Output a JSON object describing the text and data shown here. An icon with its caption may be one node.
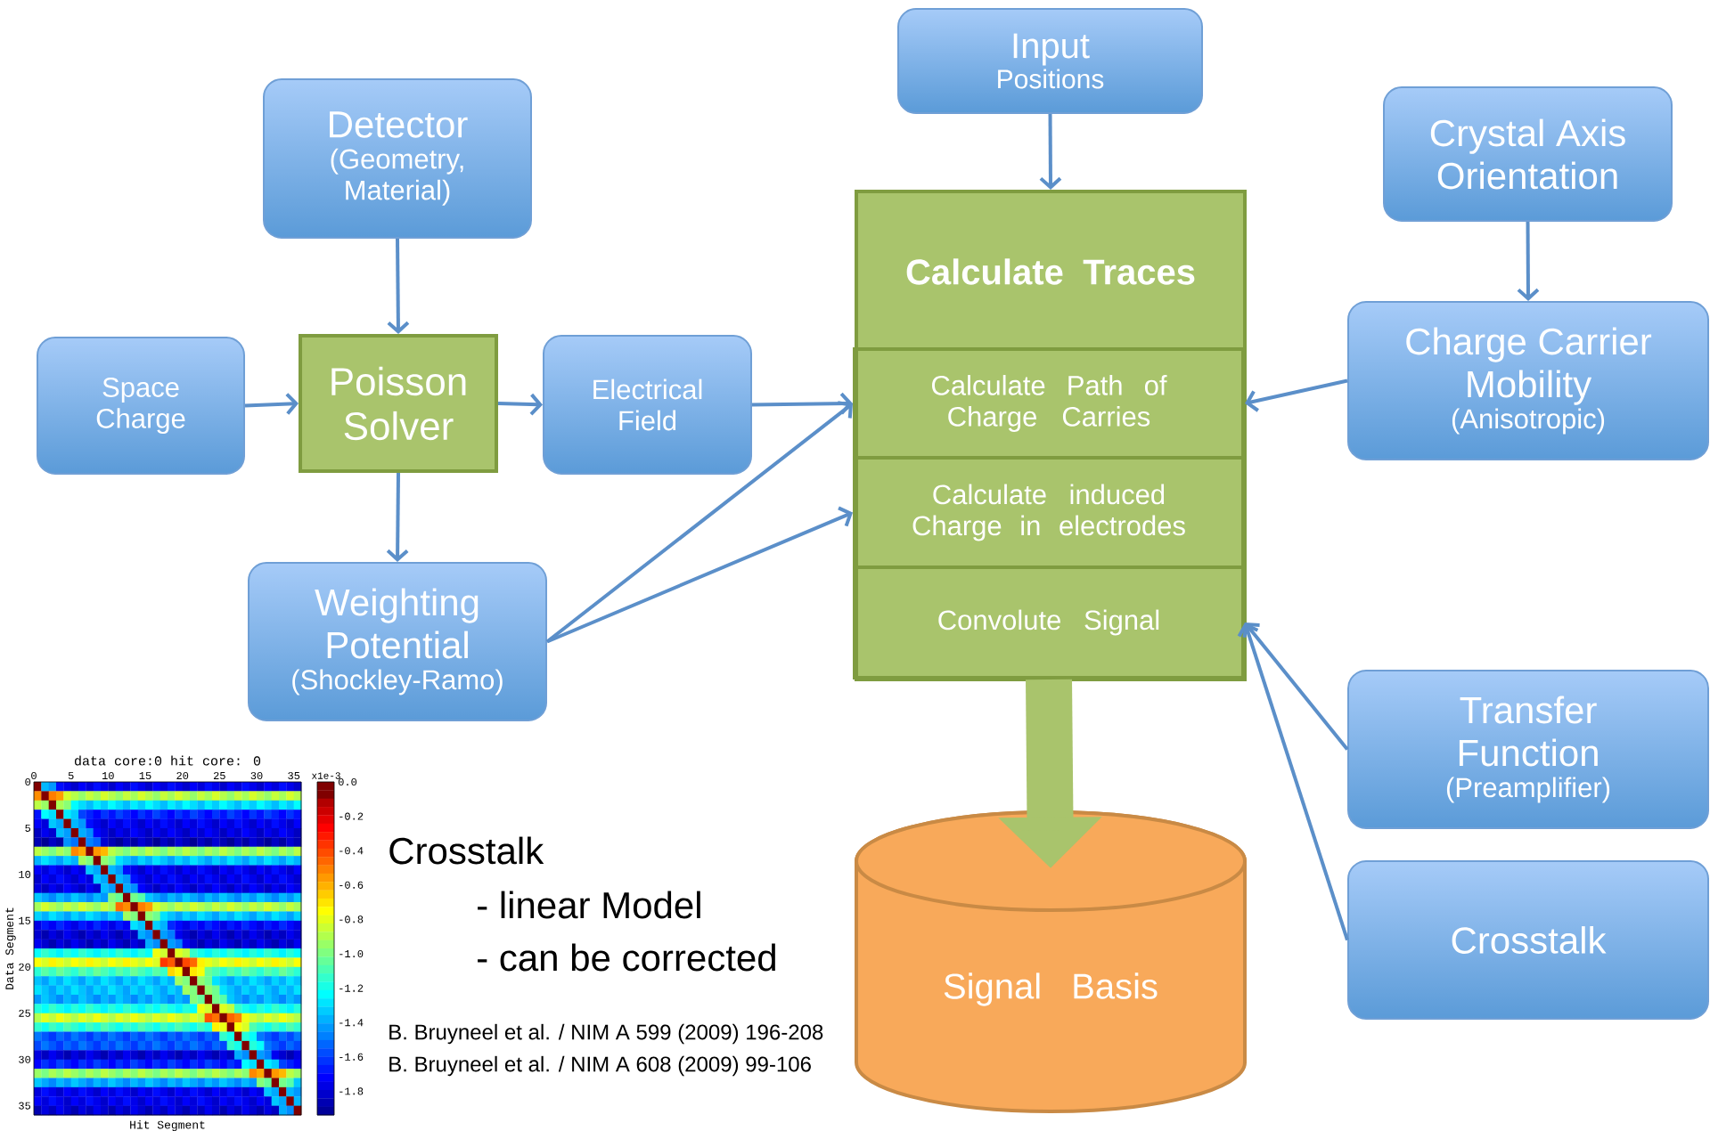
{
  "diagram": {
    "nodes": [
      {
        "text": [
          "Input",
          "Positions"
        ]
      },
      {
        "text": [
          "Detector",
          "(Geometry, Material)"
        ]
      },
      {
        "text": [
          "Crystal Axis Orientation"
        ]
      },
      {
        "text": [
          "Calculate Traces"
        ]
      },
      {
        "text": [
          "Calculate Path of Charge Carries"
        ],
        "in": 3
      },
      {
        "text": [
          "Calculate induced Charge in electrodes"
        ],
        "in": 3
      },
      {
        "text": [
          "Convolute Signal"
        ],
        "in": 3
      },
      {
        "text": [
          "Space Charge"
        ]
      },
      {
        "text": [
          "Poisson Solver"
        ]
      },
      {
        "text": [
          "Electrical Field"
        ]
      },
      {
        "text": [
          "Charge Carrier Mobility",
          "(Anisotropic)"
        ]
      },
      {
        "text": [
          "Weighting Potential",
          "(Shockley-Ramo)"
        ]
      },
      {
        "text": [
          "Transfer Function",
          "(Preamplifier)"
        ]
      },
      {
        "text": [
          "Signal Basis"
        ]
      },
      {
        "text": [
          "Crosstalk"
        ]
      }
    ],
    "edges": [
      {
        "from": 0,
        "to": 3,
        "arrow": "to"
      },
      {
        "from": 1,
        "to": 8,
        "arrow": "to"
      },
      {
        "from": 7,
        "to": 8,
        "arrow": "to"
      },
      {
        "from": 8,
        "to": 9,
        "arrow": "to"
      },
      {
        "from": 8,
        "to": 11,
        "arrow": "to"
      },
      {
        "from": 9,
        "to": 4,
        "arrow": "to"
      },
      {
        "from": 11,
        "to": 4,
        "arrow": "to"
      },
      {
        "from": 11,
        "to": 5,
        "arrow": "to"
      },
      {
        "from": 2,
        "to": 10,
        "arrow": "to"
      },
      {
        "from": 10,
        "to": 4,
        "arrow": "to"
      },
      {
        "from": 12,
        "to": 6,
        "arrow": "to"
      },
      {
        "from": 14,
        "to": 6,
        "arrow": "to"
      },
      {
        "from": 6,
        "to": 13,
        "arrow": "to",
        "style": "thick",
        "color": "#a9c46c"
      }
    ],
    "labels": [
      "data core:0 hit core: 0",
      "0",
      "5",
      "10",
      "15",
      "20",
      "25",
      "30",
      "35",
      "x1e-3",
      "0",
      "5",
      "10",
      "15",
      "20",
      "25",
      "30",
      "35",
      "0.0",
      "-0.2",
      "-0.4",
      "-0.6",
      "-0.8",
      "-1.0",
      "-1.2",
      "-1.4",
      "-1.6",
      "-1.8",
      "Data Segment",
      "Hit Segment",
      "Crosstalk",
      "- linear Model",
      "- can be corrected",
      "B. Bruyneel et al. / NIM A 599 (2009) 196-208",
      "B. Bruyneel et al. / NIM A 608 (2009) 99-106"
    ]
  }
}
